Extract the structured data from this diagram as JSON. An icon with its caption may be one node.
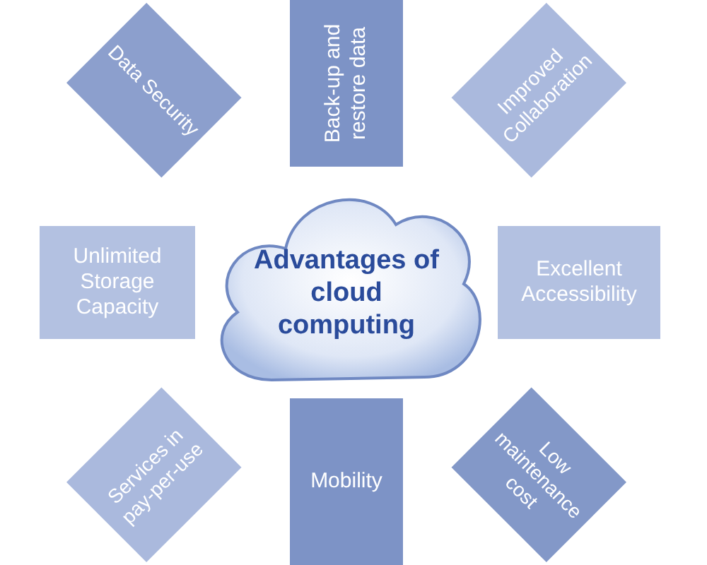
{
  "diagram": {
    "nodes": [
      {
        "text": [
          "Data Security"
        ]
      },
      {
        "text": [
          "Back-up and restore data"
        ]
      },
      {
        "text": [
          "Improved Collaboration"
        ]
      },
      {
        "text": [
          "Unlimited Storage Capacity"
        ]
      },
      {
        "text": [
          "Advantages of cloud computing"
        ]
      },
      {
        "text": [
          "Excellent Accessibility"
        ]
      },
      {
        "text": [
          "Services in pay-per-use"
        ]
      },
      {
        "text": [
          "Mobility"
        ]
      },
      {
        "text": [
          "Low maintenance cost"
        ]
      }
    ]
  }
}
